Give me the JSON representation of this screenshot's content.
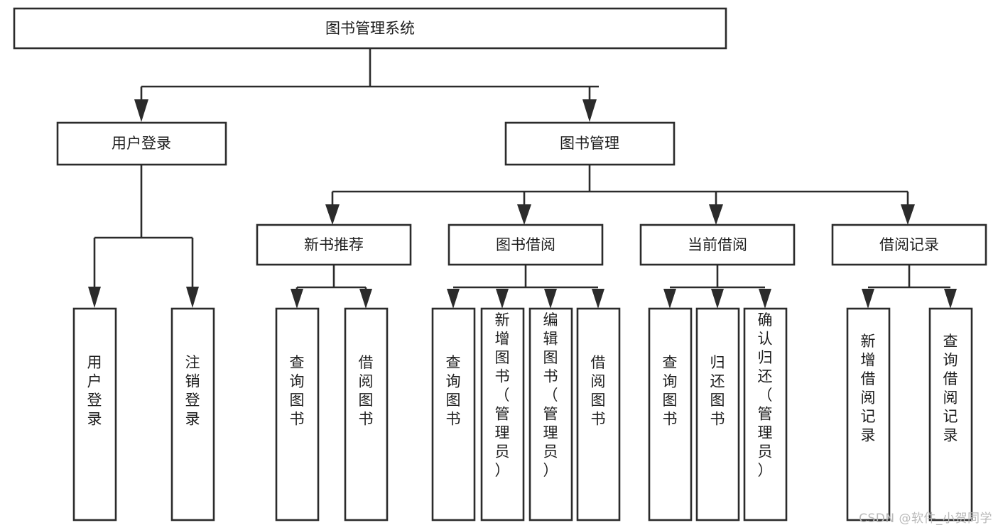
{
  "diagram": {
    "type": "tree-hierarchy-chart",
    "title": "图书管理系统",
    "watermark": "CSDN @软件_小贺同学",
    "colors": {
      "stroke": "#2b2b2b",
      "fill": "#ffffff",
      "text": "#1d1d1d",
      "watermark": "#b9b9b9",
      "background": "#ffffff"
    },
    "root": {
      "label": "图书管理系统",
      "orientation": "horizontal"
    },
    "level2": [
      {
        "label": "用户登录",
        "orientation": "horizontal"
      },
      {
        "label": "图书管理",
        "orientation": "horizontal"
      }
    ],
    "level3": [
      {
        "label": "新书推荐",
        "orientation": "horizontal",
        "parent": "图书管理"
      },
      {
        "label": "图书借阅",
        "orientation": "horizontal",
        "parent": "图书管理"
      },
      {
        "label": "当前借阅",
        "orientation": "horizontal",
        "parent": "图书管理"
      },
      {
        "label": "借阅记录",
        "orientation": "horizontal",
        "parent": "图书管理"
      }
    ],
    "leaves": {
      "user_login": [
        {
          "label": "用户登录",
          "orientation": "vertical"
        },
        {
          "label": "注销登录",
          "orientation": "vertical"
        }
      ],
      "new_book_recommend": [
        {
          "label": "查询图书",
          "orientation": "vertical"
        },
        {
          "label": "借阅图书",
          "orientation": "vertical"
        }
      ],
      "book_borrow": [
        {
          "label": "查询图书",
          "orientation": "vertical"
        },
        {
          "label": "新增图书（管理员）",
          "orientation": "vertical"
        },
        {
          "label": "编辑图书（管理员）",
          "orientation": "vertical"
        },
        {
          "label": "借阅图书",
          "orientation": "vertical"
        }
      ],
      "current_borrow": [
        {
          "label": "查询图书",
          "orientation": "vertical"
        },
        {
          "label": "归还图书",
          "orientation": "vertical"
        },
        {
          "label": "确认归还（管理员）",
          "orientation": "vertical"
        }
      ],
      "borrow_record": [
        {
          "label": "新增借阅记录",
          "orientation": "vertical"
        },
        {
          "label": "查询借阅记录",
          "orientation": "vertical"
        }
      ]
    }
  }
}
